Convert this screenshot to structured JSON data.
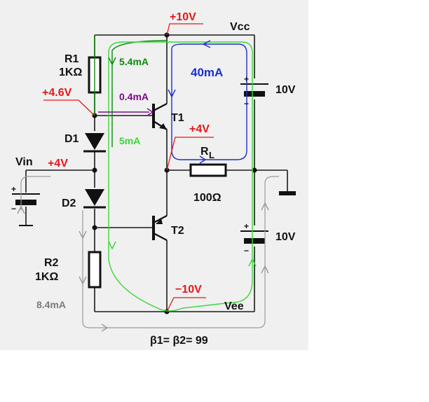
{
  "colors": {
    "wire": "#1a1a1a",
    "component": "#111111",
    "red": "#e8161b",
    "green_dark": "#0a8a0a",
    "green_light": "#39d739",
    "purple": "#7a0a8a",
    "blue": "#1a2ed0",
    "grey": "#9a9a9a",
    "gray_label": "#7a7a7a",
    "bg_panel": "#f0f0f0"
  },
  "labels": {
    "v_pos10": "+10V",
    "vcc": "Vcc",
    "r1_name": "R1",
    "r1_value": "1KΩ",
    "i_r1": "5.4mA",
    "i_collector": "40mA",
    "v_base_t1": "+4.6V",
    "i_base_t1": "0.4mA",
    "t1": "T1",
    "d1": "D1",
    "i_d1": "5mA",
    "v_emitter": "+4V",
    "rl_name": "R",
    "rl_sub": "L",
    "rl_value": "100Ω",
    "vin": "Vin",
    "v_in": "+4V",
    "d2": "D2",
    "t2": "T2",
    "r2_name": "R2",
    "r2_value": "1KΩ",
    "i_r2": "8.4mA",
    "v_neg10": "−10V",
    "vee": "Vee",
    "battery_top": "10V",
    "battery_bottom": "10V",
    "beta": "β1= β2= 99",
    "plus": "+",
    "minus": "−"
  }
}
